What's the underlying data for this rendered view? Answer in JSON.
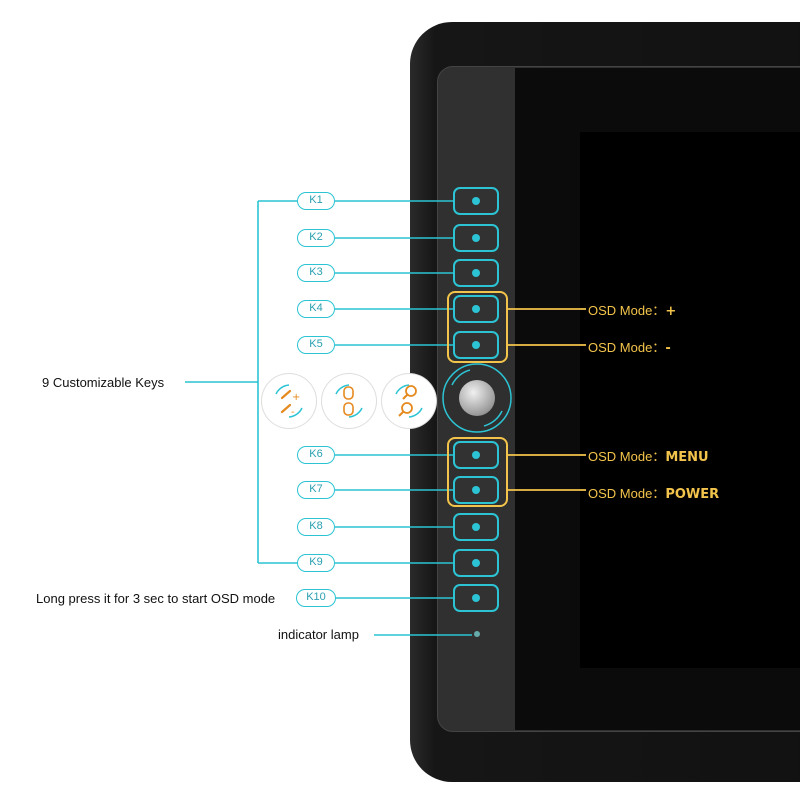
{
  "keys": [
    "K1",
    "K2",
    "K3",
    "K4",
    "K5",
    "K6",
    "K7",
    "K8",
    "K9",
    "K10"
  ],
  "captions": {
    "customizable": "9 Customizable Keys",
    "long_press": "Long press it for 3 sec to start OSD mode",
    "indicator": "indicator lamp"
  },
  "osd": {
    "prefix": "OSD Mode：",
    "plus": "+",
    "minus": "-",
    "menu": "MENU",
    "power": "POWER"
  },
  "colors": {
    "accent_cyan": "#2cc4d4",
    "accent_yellow": "#f3c44b",
    "bezel": "#161616"
  },
  "icons": [
    "brush-size-dial-icon",
    "scroll-dial-icon",
    "zoom-dial-icon",
    "rotary-dial-knob-icon"
  ]
}
